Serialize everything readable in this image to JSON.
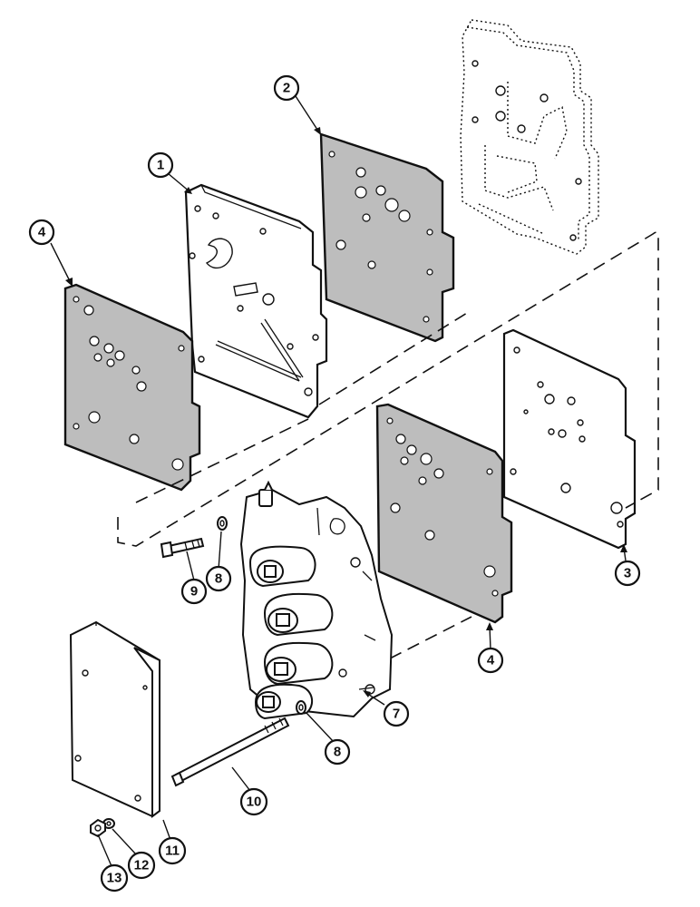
{
  "diagram": {
    "callouts": [
      {
        "id": "c1",
        "label": "1"
      },
      {
        "id": "c2",
        "label": "2"
      },
      {
        "id": "c3",
        "label": "3"
      },
      {
        "id": "c4a",
        "label": "4"
      },
      {
        "id": "c4b",
        "label": "4"
      },
      {
        "id": "c7",
        "label": "7"
      },
      {
        "id": "c8a",
        "label": "8"
      },
      {
        "id": "c8b",
        "label": "8"
      },
      {
        "id": "c9",
        "label": "9"
      },
      {
        "id": "c10",
        "label": "10"
      },
      {
        "id": "c11",
        "label": "11"
      },
      {
        "id": "c12",
        "label": "12"
      },
      {
        "id": "c13",
        "label": "13"
      }
    ],
    "colors": {
      "line": "#111111",
      "gasket_fill": "#bdbdbd",
      "background": "#ffffff"
    }
  }
}
